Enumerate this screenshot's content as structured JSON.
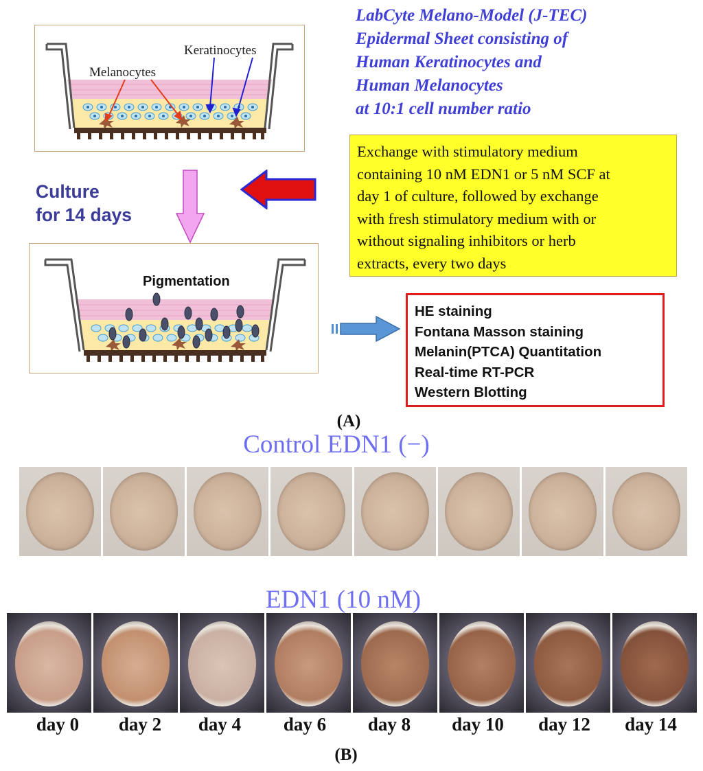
{
  "panel_a": {
    "model_title_lines": [
      "LabCyte Melano-Model (J-TEC)",
      "Epidermal Sheet consisting  of",
      "Human Keratinocytes and",
      "Human Melanocytes",
      "at 10:1 cell number ratio"
    ],
    "diagram_top": {
      "melanocytes_label": "Melanocytes",
      "keratinocytes_label": "Keratinocytes"
    },
    "culture_lines": [
      "Culture",
      "for 14 days"
    ],
    "diagram_bottom": {
      "pigmentation_label": "Pigmentation"
    },
    "protocol_lines": [
      "Exchange with stimulatory medium",
      "containing 10 nM EDN1 or 5 nM SCF at",
      "day 1 of culture, followed by exchange",
      "with fresh stimulatory medium with or",
      "without signaling inhibitors or herb",
      "extracts, every two days"
    ],
    "methods": [
      "HE staining",
      "Fontana Masson staining",
      "Melanin(PTCA) Quantitation",
      "Real-time RT-PCR",
      "Western Blotting"
    ],
    "label": "(A)"
  },
  "panel_b": {
    "control_title": "Control EDN1 (−)",
    "edn1_title": "EDN1 (10 nM)",
    "days": [
      "day 0",
      "day 2",
      "day 4",
      "day 6",
      "day 8",
      "day 10",
      "day 12",
      "day 14"
    ],
    "label": "(B)"
  },
  "colors": {
    "title_blue": "#3f3fd6",
    "condition_blue": "#6e6ef0",
    "yellow_box": "#ffff2a",
    "methods_border": "#e01d1d",
    "culture_arrow": "#ee8ee8",
    "feed_arrow": "#e01010",
    "process_arrow": "#4f8fcf"
  }
}
